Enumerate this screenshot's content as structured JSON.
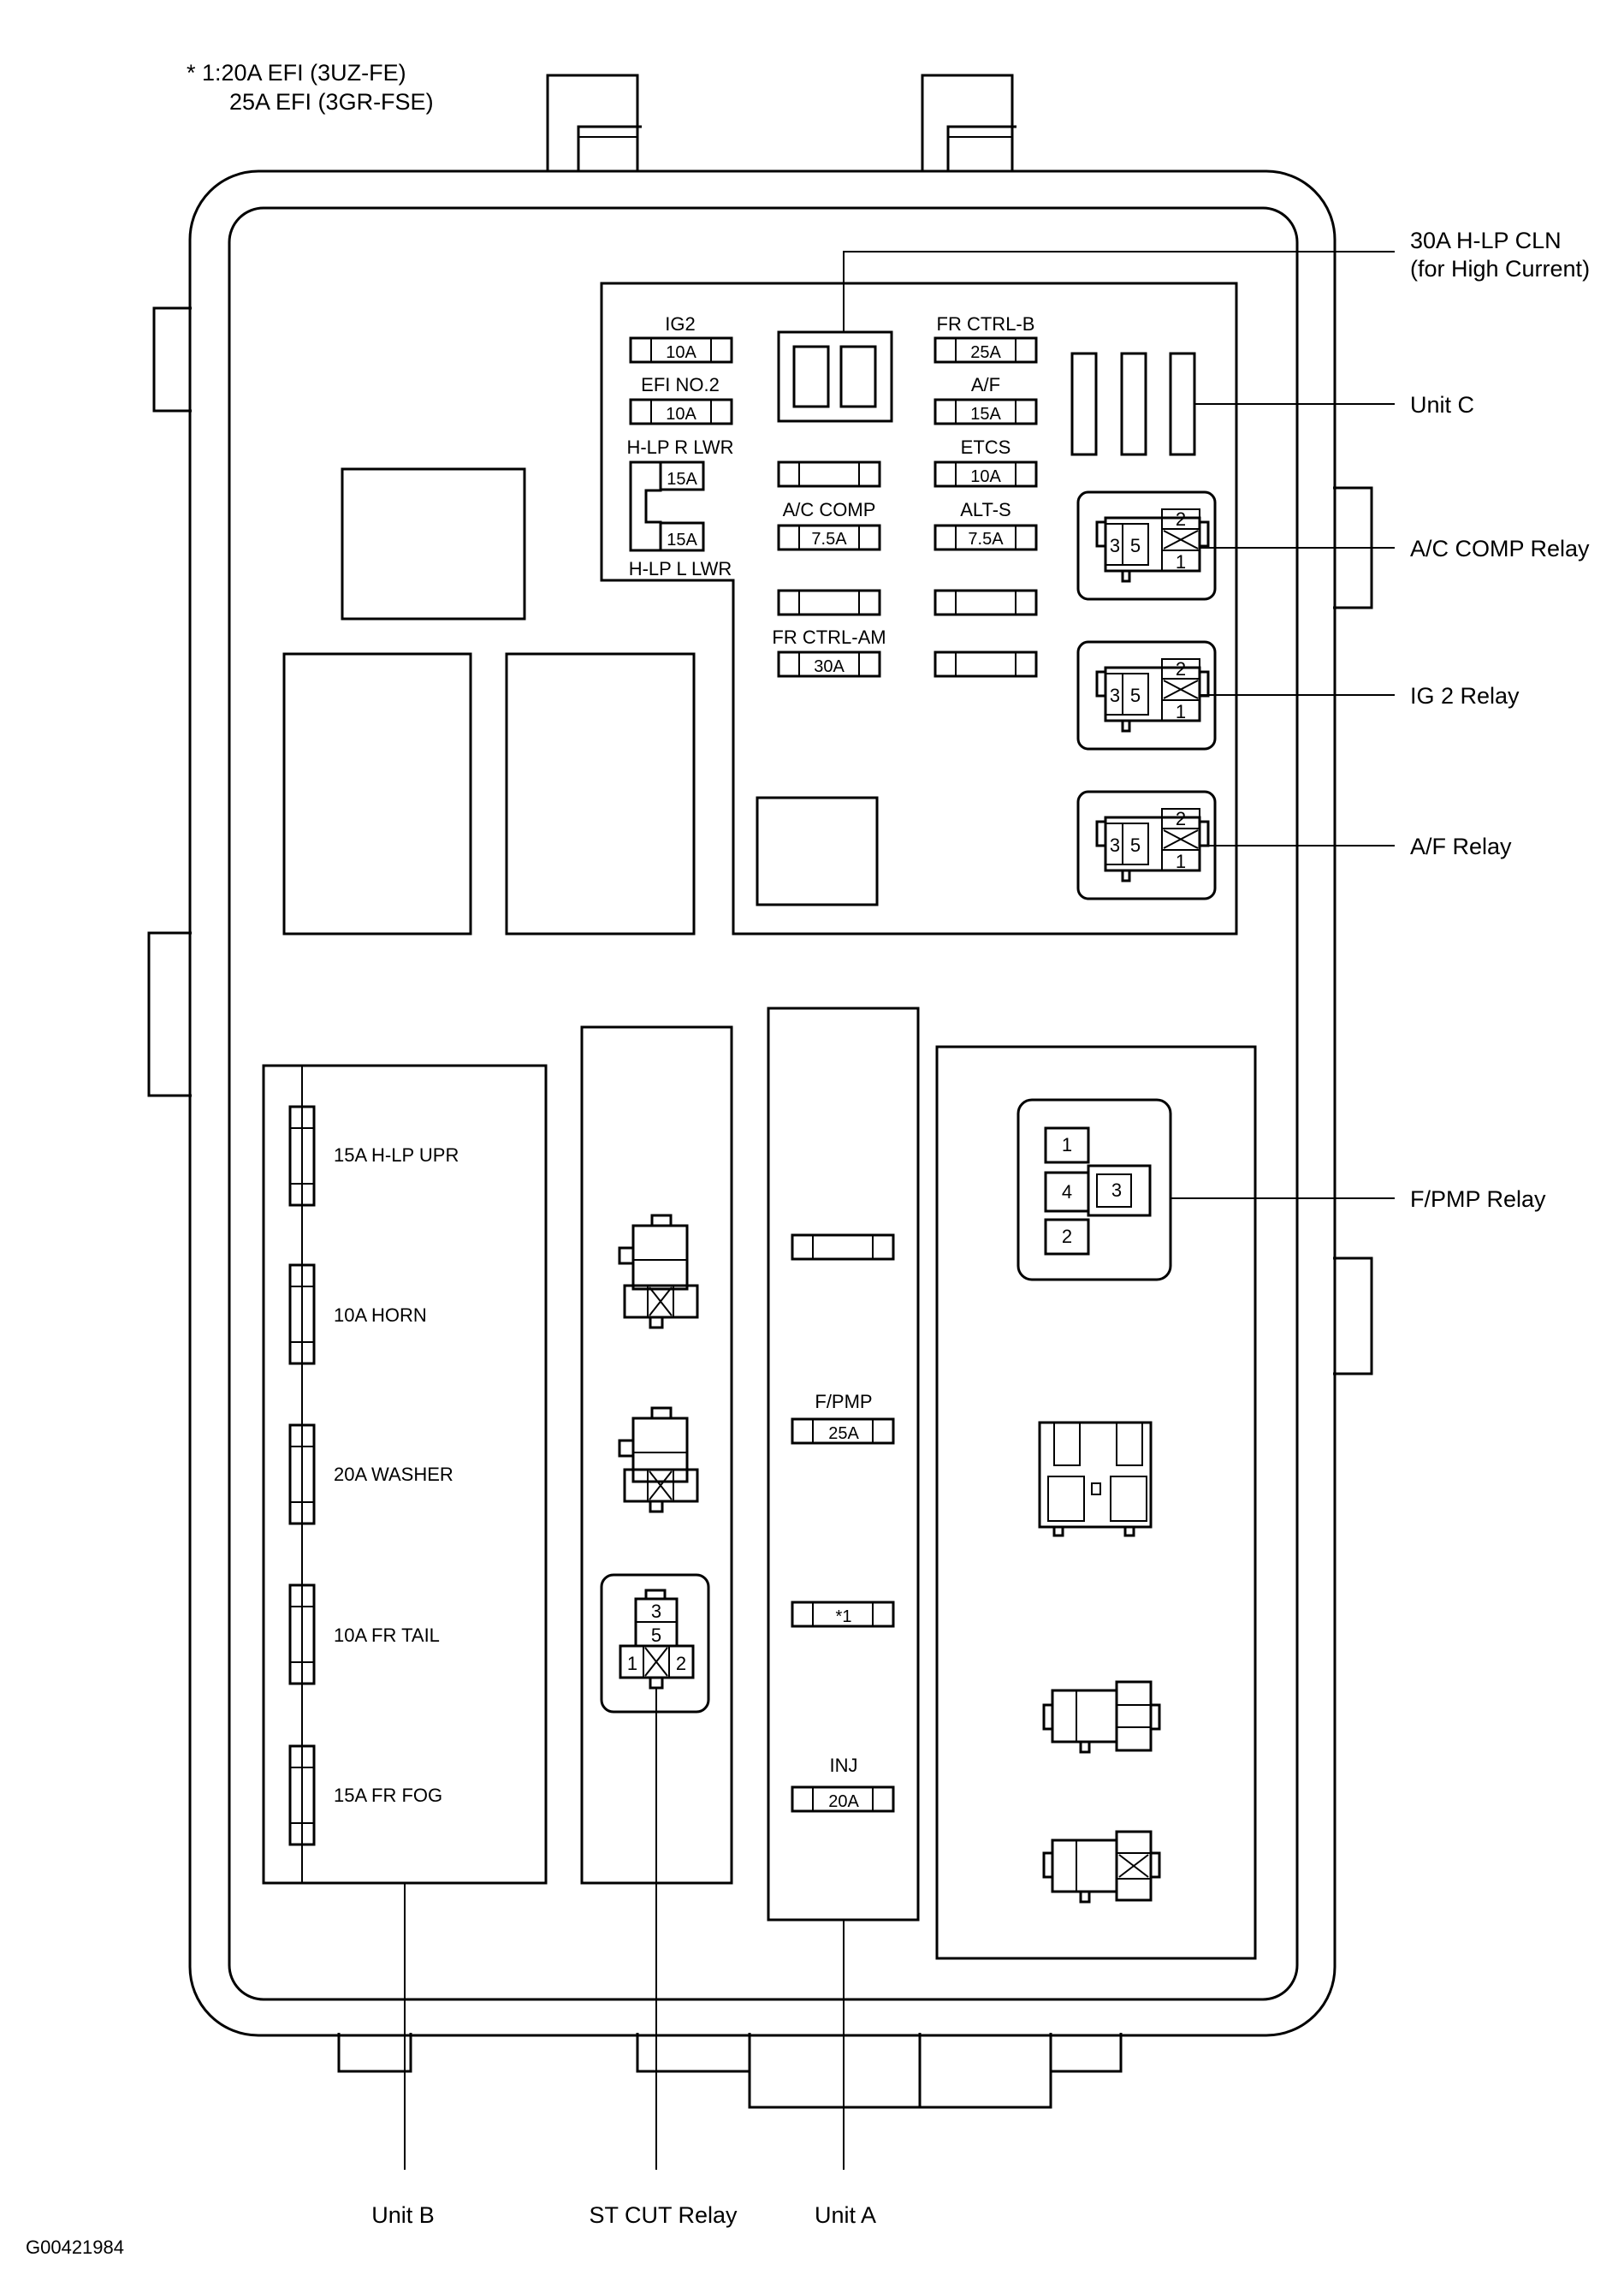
{
  "note": {
    "line1": "* 1:20A EFI (3UZ-FE)",
    "line2": "25A EFI (3GR-FSE)"
  },
  "callouts": {
    "hlp_cln_line1": "30A H-LP CLN",
    "hlp_cln_line2": "(for High Current)",
    "unit_c": "Unit C",
    "ac_comp_relay": "A/C COMP Relay",
    "ig2_relay": "IG 2 Relay",
    "af_relay": "A/F Relay",
    "fpmp_relay": "F/PMP Relay",
    "unit_b": "Unit B",
    "st_cut_relay": "ST CUT Relay",
    "unit_a": "Unit A"
  },
  "figure_id": "G00421984",
  "unit_c_fuses": {
    "ig2_name": "IG2",
    "ig2_rating": "10A",
    "efi2_name": "EFI NO.2",
    "efi2_rating": "10A",
    "hlp_r_name": "H-LP R LWR",
    "hlp_r_rating": "15A",
    "hlp_l_name": "H-LP L LWR",
    "hlp_l_rating": "15A",
    "ac_comp_name": "A/C COMP",
    "ac_comp_rating": "7.5A",
    "fr_ctrl_am_name": "FR CTRL-AM",
    "fr_ctrl_am_rating": "30A",
    "fr_ctrl_b_name": "FR CTRL-B",
    "fr_ctrl_b_rating": "25A",
    "af_name": "A/F",
    "af_rating": "15A",
    "etcs_name": "ETCS",
    "etcs_rating": "10A",
    "alt_s_name": "ALT-S",
    "alt_s_rating": "7.5A"
  },
  "relay_pins": {
    "p1": "1",
    "p2": "2",
    "p3": "3",
    "p4": "4",
    "p5": "5"
  },
  "unit_a_fuses": {
    "fpmp_name": "F/PMP",
    "fpmp_rating": "25A",
    "efi_rating": "*1",
    "inj_name": "INJ",
    "inj_rating": "20A"
  },
  "unit_b_fuses": [
    "15A H-LP UPR",
    "10A HORN",
    "20A WASHER",
    "10A FR TAIL",
    "15A FR FOG"
  ]
}
